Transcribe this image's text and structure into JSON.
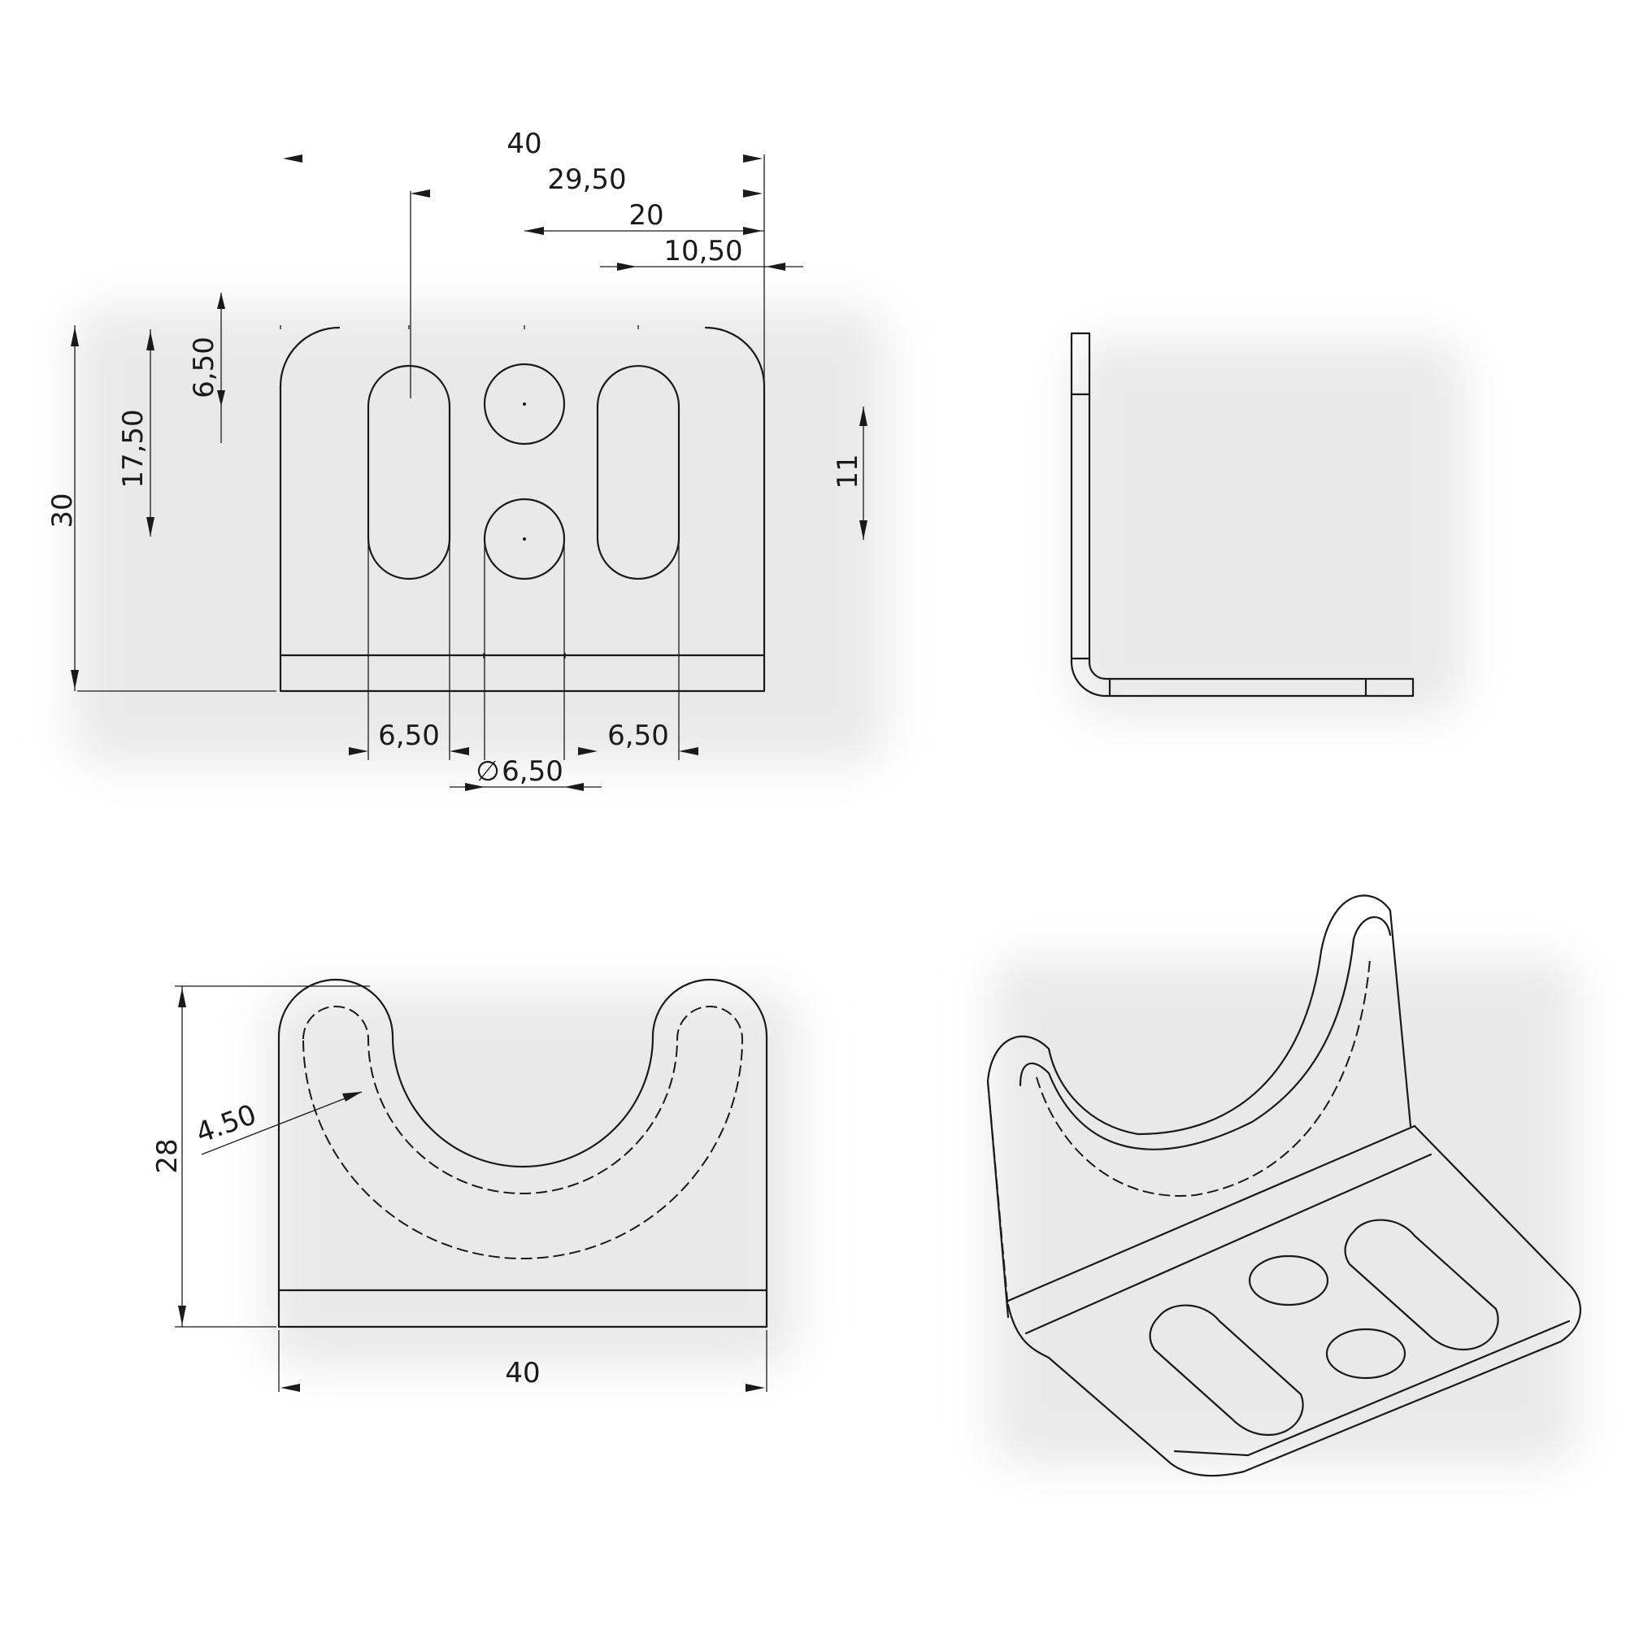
{
  "views": {
    "front": {
      "dimensions": {
        "overall_width": "40",
        "slot_right_edge": "29,50",
        "hole_center": "20",
        "slot_left_edge": "10,50",
        "slot_top_offset": "6,50",
        "hole_spacing": "17,50",
        "overall_height": "30",
        "hole_vertical": "11",
        "slot_width_left": "6,50",
        "slot_width_right": "6,50",
        "hole_diameter": "6,50",
        "diameter_symbol": "∅"
      }
    },
    "side": {},
    "top": {
      "dimensions": {
        "height": "28",
        "width": "40",
        "wall": "4.50"
      }
    },
    "isometric": {}
  }
}
